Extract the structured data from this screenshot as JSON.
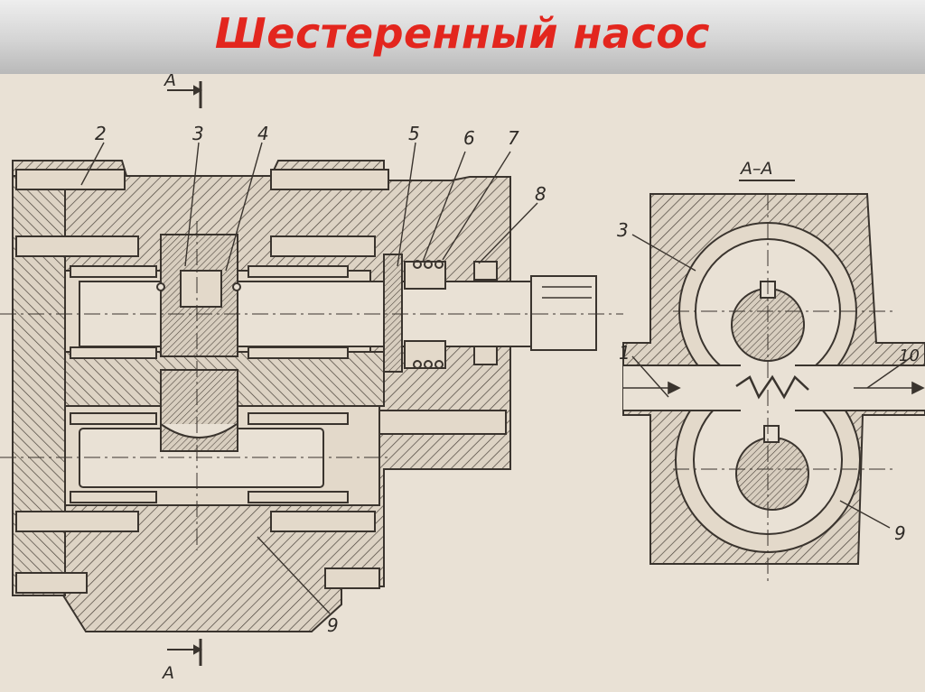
{
  "title": "Шестеренный насос",
  "section_marks": {
    "top": "A",
    "bottom": "A",
    "view_label": "A–A"
  },
  "callouts": {
    "c1": "1",
    "c2": "2",
    "c3": "3",
    "c4": "4",
    "c5": "5",
    "c6": "6",
    "c7": "7",
    "c8": "8",
    "c9": "9",
    "c10": "10",
    "s3": "3",
    "s9": "9"
  },
  "colors": {
    "title": "#e3261e",
    "paper": "#e9e1d5",
    "ink": "#3a342e"
  }
}
